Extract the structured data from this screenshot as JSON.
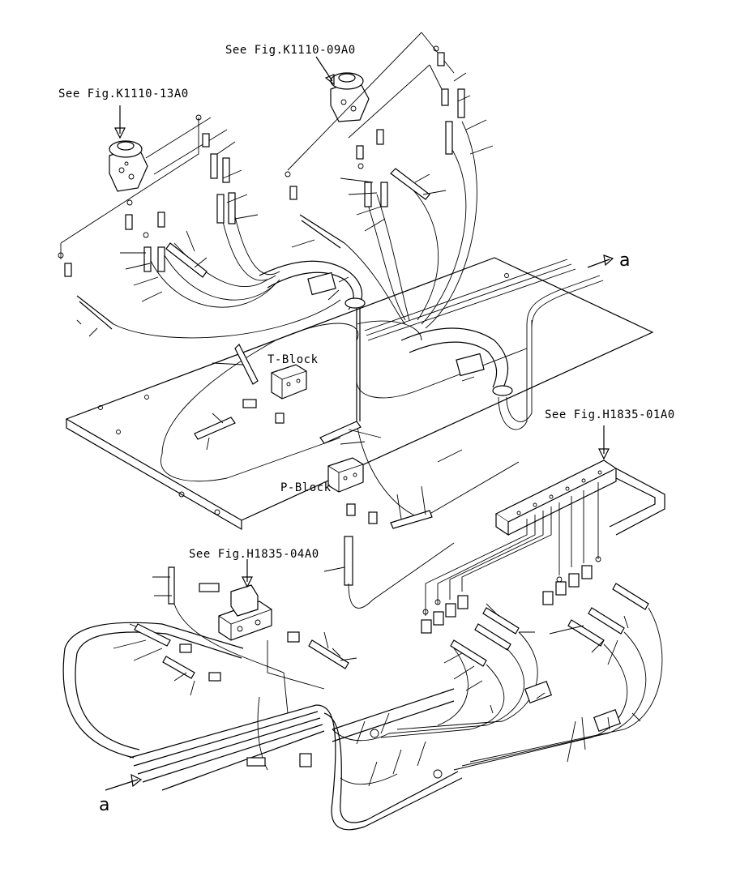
{
  "labels": {
    "ref_k1110_09a0": "See Fig.K1110-09A0",
    "ref_k1110_13a0": "See Fig.K1110-13A0",
    "ref_h1835_01a0": "See Fig.H1835-01A0",
    "ref_h1835_04a0": "See Fig.H1835-04A0",
    "t_block": "T-Block",
    "p_block": "P-Block",
    "connector_a_top": "a",
    "connector_a_bottom": "a"
  }
}
